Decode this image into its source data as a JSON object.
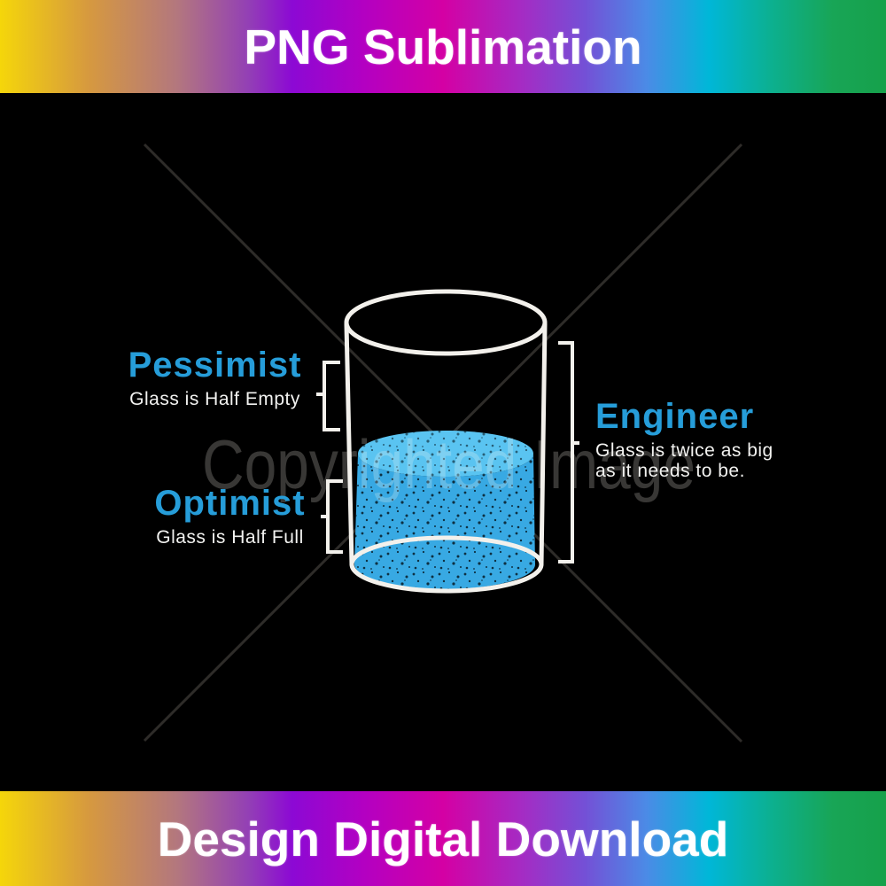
{
  "banner_top": {
    "title": "PNG Sublimation"
  },
  "banner_bottom": {
    "title": "Design Digital Download"
  },
  "watermark": {
    "text": "Copyrighted Image"
  },
  "design": {
    "labels": {
      "pessimist": {
        "title": "Pessimist",
        "subtitle": "Glass is Half Empty"
      },
      "optimist": {
        "title": "Optimist",
        "subtitle": "Glass is Half Full"
      },
      "engineer": {
        "title": "Engineer",
        "subtitle_line1": "Glass is twice as big",
        "subtitle_line2": "as it needs to be."
      }
    },
    "glass": {
      "fill_level": "half"
    },
    "colors": {
      "label_blue": "#269dd9",
      "water_blue": "#38a9e3",
      "water_surface_blue": "#5ac4f1",
      "outline_white": "#f3f1ec",
      "watermark_grey": "rgba(255,252,240,0.22)",
      "banner_text": "#ffffff"
    }
  }
}
